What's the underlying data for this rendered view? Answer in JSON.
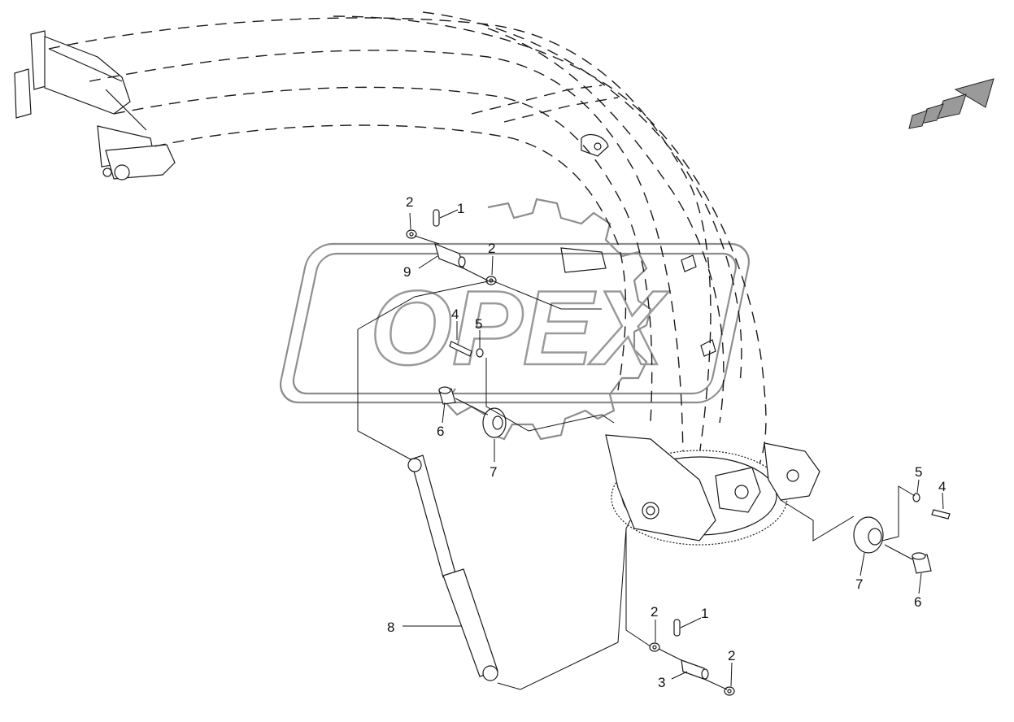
{
  "watermark": {
    "text": "OPEX"
  },
  "direction_arrow": {
    "icon": "forward-direction-arrow-icon"
  },
  "callouts": [
    {
      "id": "c1a",
      "label": "1"
    },
    {
      "id": "c2a",
      "label": "2"
    },
    {
      "id": "c2b",
      "label": "2"
    },
    {
      "id": "c9",
      "label": "9"
    },
    {
      "id": "c4a",
      "label": "4"
    },
    {
      "id": "c5a",
      "label": "5"
    },
    {
      "id": "c6a",
      "label": "6"
    },
    {
      "id": "c7a",
      "label": "7"
    },
    {
      "id": "c5b",
      "label": "5"
    },
    {
      "id": "c4b",
      "label": "4"
    },
    {
      "id": "c7b",
      "label": "7"
    },
    {
      "id": "c6b",
      "label": "6"
    },
    {
      "id": "c8",
      "label": "8"
    },
    {
      "id": "c2c",
      "label": "2"
    },
    {
      "id": "c1b",
      "label": "1"
    },
    {
      "id": "c2d",
      "label": "2"
    },
    {
      "id": "c3",
      "label": "3"
    }
  ]
}
